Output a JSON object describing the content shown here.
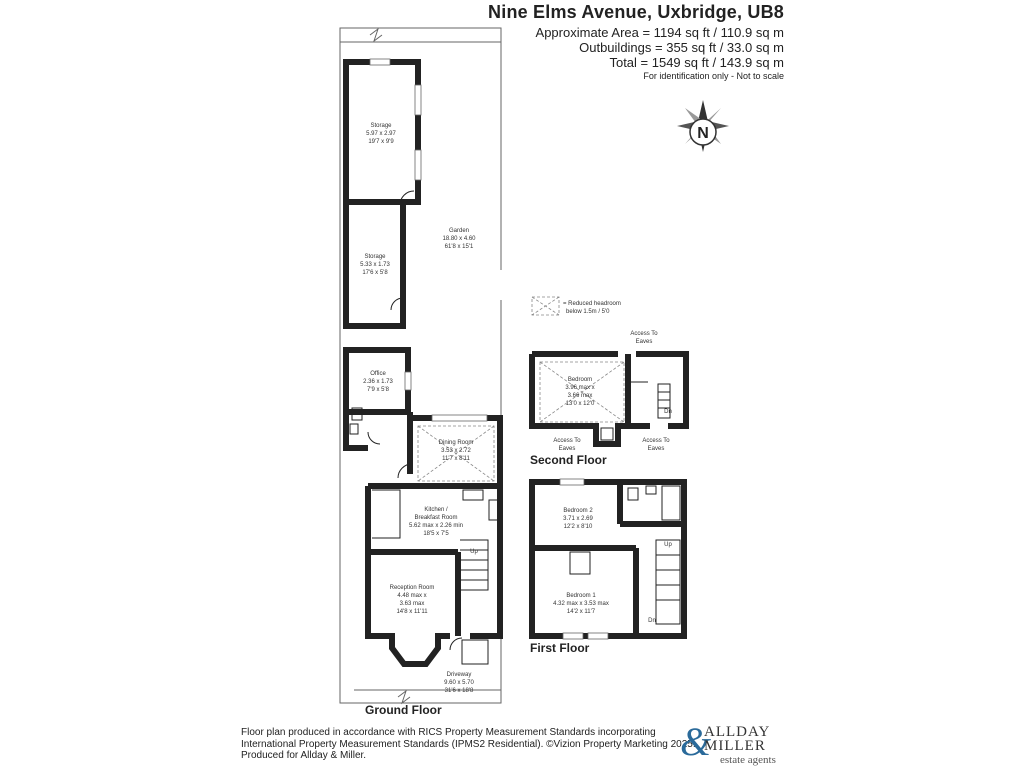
{
  "header": {
    "title": "Nine Elms Avenue, Uxbridge, UB8",
    "approx_area": "Approximate Area = 1194 sq ft / 110.9 sq m",
    "outbuildings": "Outbuildings = 355 sq ft / 33.0 sq m",
    "total": "Total = 1549 sq ft / 143.9 sq m",
    "note": "For identification only - Not to scale"
  },
  "compass": {
    "letter": "N"
  },
  "legend": {
    "line1": "= Reduced headroom",
    "line2": "below 1.5m / 5'0"
  },
  "rooms": {
    "storage1": {
      "name": "Storage",
      "metric": "5.97 x 2.97",
      "imperial": "19'7 x 9'9"
    },
    "garden": {
      "name": "Garden",
      "metric": "18.80 x 4.60",
      "imperial": "61'8 x 15'1"
    },
    "storage2": {
      "name": "Storage",
      "metric": "5.33 x 1.73",
      "imperial": "17'6 x 5'8"
    },
    "office": {
      "name": "Office",
      "metric": "2.36 x 1.73",
      "imperial": "7'9 x 5'8"
    },
    "dining": {
      "name": "Dining Room",
      "metric": "3.53 x 2.72",
      "imperial": "11'7 x 8'11"
    },
    "kitchen": {
      "name1": "Kitchen /",
      "name2": "Breakfast Room",
      "metric": "5.62 max x 2.26 min",
      "imperial": "18'5 x 7'5"
    },
    "reception": {
      "name": "Reception Room",
      "metric1": "4.48 max x",
      "metric2": "3.63 max",
      "imperial": "14'8 x 11'11"
    },
    "driveway": {
      "name": "Driveway",
      "metric": "9.60 x 5.70",
      "imperial": "31'6 x 18'8"
    },
    "bedroom_top": {
      "name": "Bedroom",
      "metric1": "3.96 max x",
      "metric2": "3.66 max",
      "imperial": "13'0 x 12'0"
    },
    "bedroom2": {
      "name": "Bedroom 2",
      "metric": "3.71 x 2.69",
      "imperial": "12'2 x 8'10"
    },
    "bedroom1": {
      "name": "Bedroom 1",
      "metric": "4.32 max x 3.53 max",
      "imperial": "14'2 x 11'7"
    }
  },
  "annotations": {
    "access_top": {
      "line1": "Access To",
      "line2": "Eaves"
    },
    "access_left": {
      "line1": "Access To",
      "line2": "Eaves"
    },
    "access_right": {
      "line1": "Access To",
      "line2": "Eaves"
    },
    "dn_second": "Dn",
    "up_first": "Up",
    "dn_first": "Dn",
    "up_ground": "Up"
  },
  "floors": {
    "ground": "Ground Floor",
    "second": "Second Floor",
    "first": "First Floor"
  },
  "footer": {
    "line1": "Floor plan produced in accordance with RICS Property Measurement Standards incorporating",
    "line2": "International Property Measurement Standards (IPMS2 Residential). ©Vizion Property Marketing 2025.",
    "line3": "Produced for Allday & Miller."
  },
  "logo": {
    "amp": "&",
    "line1": "ALLDAY",
    "line2": "MILLER",
    "line3": "estate agents",
    "color": "#2a6a9a"
  }
}
